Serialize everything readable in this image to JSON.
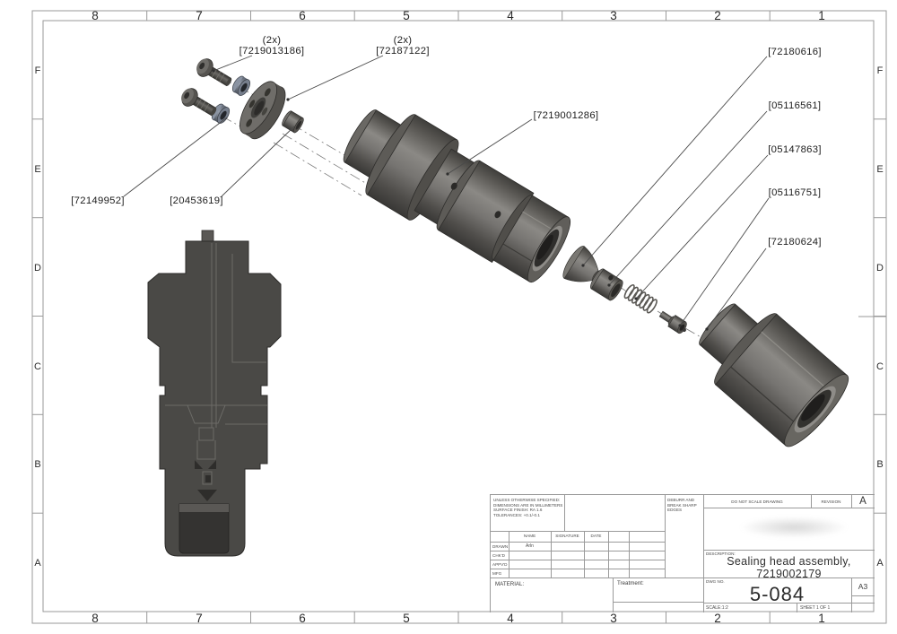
{
  "border": {
    "cols": [
      "8",
      "7",
      "6",
      "5",
      "4",
      "3",
      "2",
      "1"
    ],
    "rows": [
      "F",
      "E",
      "D",
      "C",
      "B",
      "A"
    ]
  },
  "callouts": [
    {
      "qty": "(2x)",
      "part": "[7219013186]"
    },
    {
      "qty": "(2x)",
      "part": "[72187122]"
    },
    {
      "part": "[7219001286]"
    },
    {
      "part": "[72180616]"
    },
    {
      "part": "[05116561]"
    },
    {
      "part": "[05147863]"
    },
    {
      "part": "[05116751]"
    },
    {
      "part": "[72180624]"
    },
    {
      "part": "[72149952]"
    },
    {
      "part": "[20453619]"
    }
  ],
  "title_block": {
    "note_lines": [
      "UNLESS OTHERWISE SPECIFIED:",
      "DIMENSIONS ARE IN MILLIMETERS",
      "SURFACE FINISH: RA 1.6",
      "TOLERANCES: +0.1/-0.1"
    ],
    "deburr_lines": [
      "DEBURR AND",
      "BREAK SHARP",
      "EDGES"
    ],
    "do_not_scale": "DO NOT SCALE DRAWING",
    "revision_label": "REVISION",
    "revision_value": "A",
    "col_name": "NAME",
    "col_signature": "SIGNATURE",
    "col_date": "DATE",
    "row_drawn": "DRAWN",
    "row_chkd": "CHK'D",
    "row_appvd": "APPV'D",
    "row_mfg": "MFG",
    "drawn_name": "Arln",
    "material_label": "MATERIAL:",
    "treatment_label": "Treatment:",
    "description_label": "DESCRIPTION:",
    "description_line1": "Sealing head assembly,",
    "description_line2": "7219002179",
    "dwg_no_label": "DWG NO.",
    "dwg_no_value": "5-084",
    "paper_size": "A3",
    "scale": "SCALE:1:2",
    "sheet": "SHEET 1 OF 1"
  }
}
